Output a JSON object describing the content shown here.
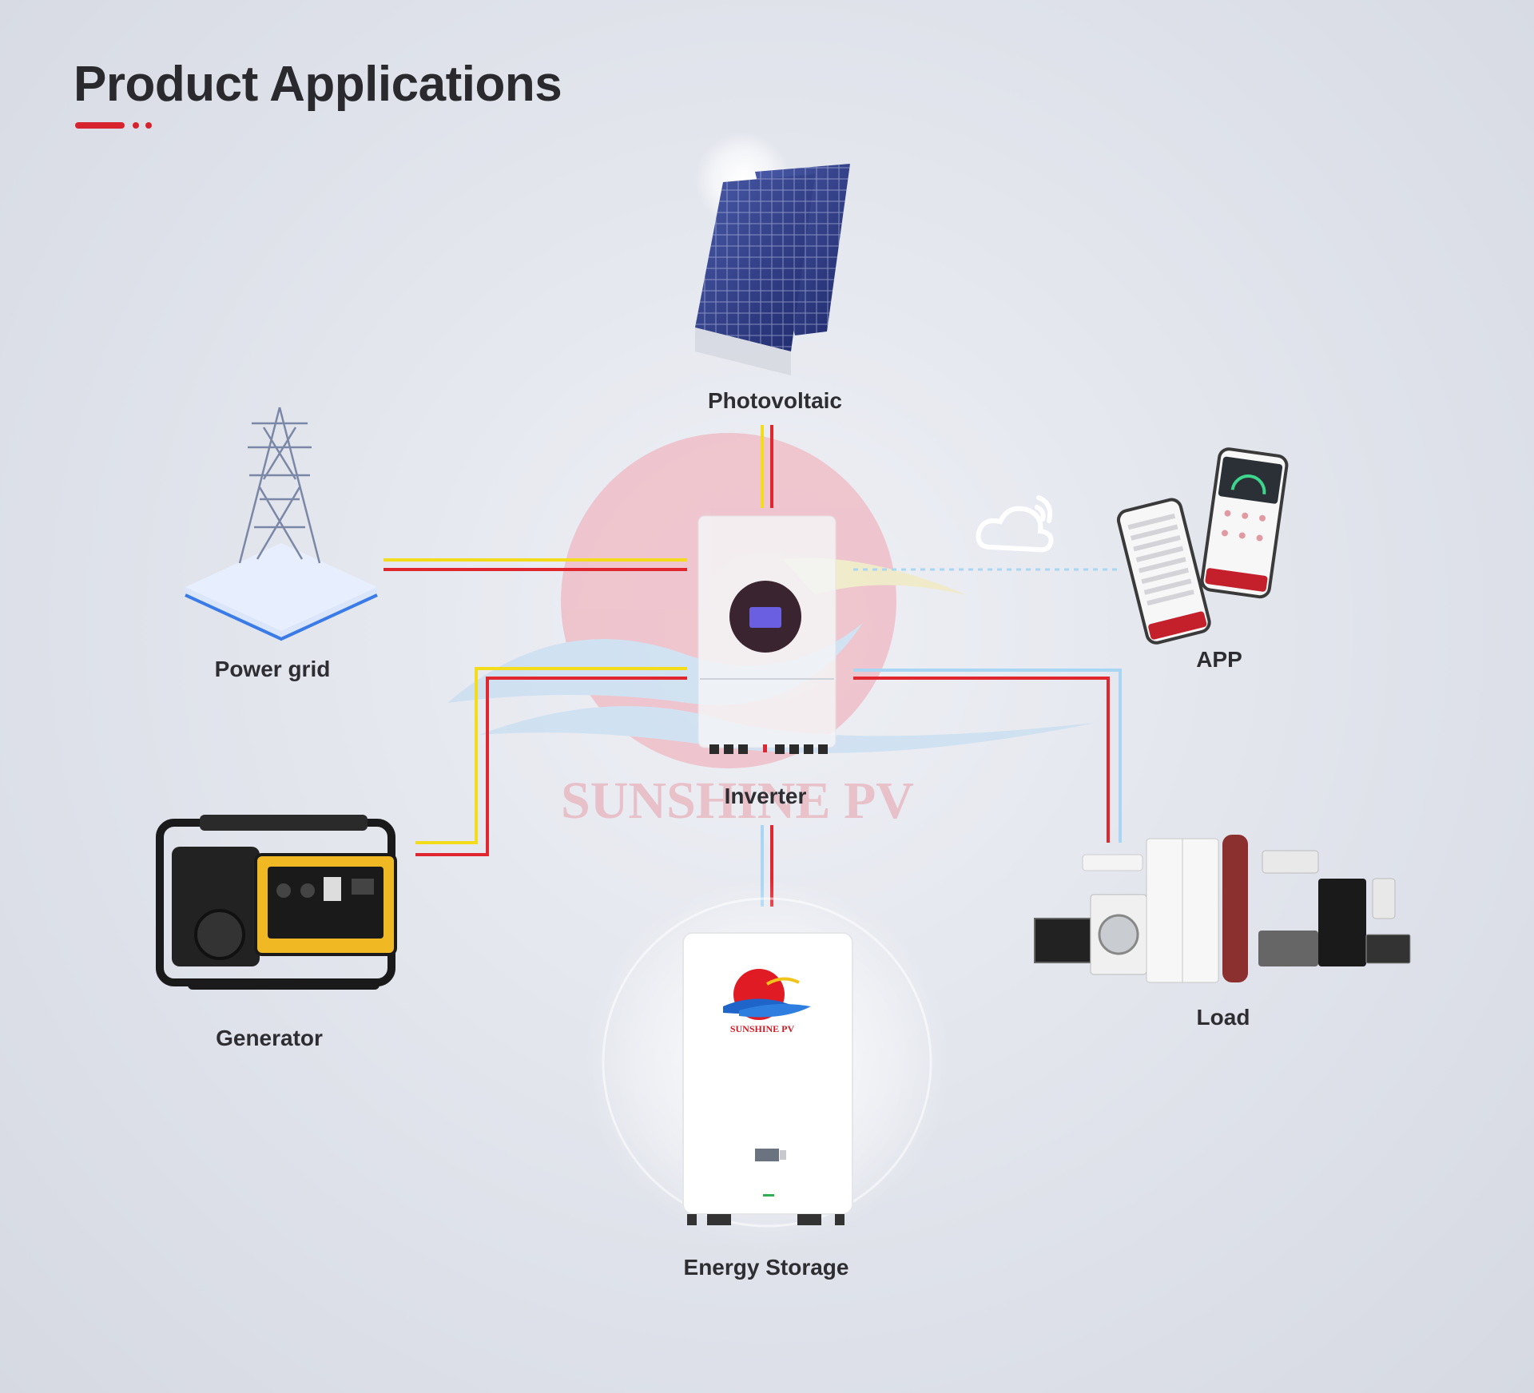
{
  "title": "Product Applications",
  "watermark_text": "SUNSHINE PV",
  "nodes": {
    "photovoltaic": "Photovoltaic",
    "power_grid": "Power grid",
    "inverter": "Inverter",
    "app": "APP",
    "generator": "Generator",
    "load": "Load",
    "energy_storage": "Energy Storage"
  },
  "battery_logo_text": "SUNSHINE PV",
  "colors": {
    "accent_red": "#d7232e",
    "line_yellow": "#f2dc1c",
    "line_red": "#e0262f",
    "line_blue": "#a9d6f2",
    "heading": "#2a2a2e"
  },
  "icons": [
    "solar-panel-icon",
    "power-tower-icon",
    "inverter-icon",
    "cloud-wifi-icon",
    "smartphone-icon",
    "generator-icon",
    "appliances-icon",
    "battery-icon"
  ]
}
